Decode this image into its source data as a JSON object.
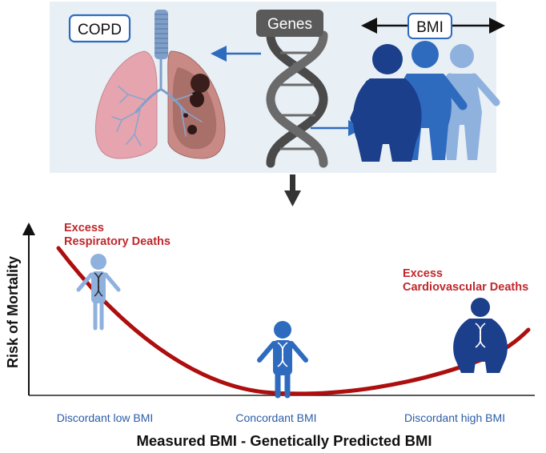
{
  "top_panel": {
    "copd_label": "COPD",
    "genes_label": "Genes",
    "bmi_label": "BMI"
  },
  "chart": {
    "y_axis_label": "Risk of Mortality",
    "x_axis_label": "Measured BMI - Genetically Predicted BMI",
    "x_ticks": [
      "Discordant low BMI",
      "Concordant BMI",
      "Discordant high BMI"
    ],
    "annotation_left": [
      "Excess",
      "Respiratory Deaths"
    ],
    "annotation_right": [
      "Excess",
      "Cardiovascular Deaths"
    ]
  },
  "colors": {
    "panel_bg": "#e8eff5",
    "blue_dark": "#1c3f8c",
    "blue_mid": "#2e6bbf",
    "blue_light": "#8fb1de",
    "curve_red": "#ad0e0e",
    "text_red": "#c0282d",
    "tick_blue": "#2b5ca8",
    "dna_gray": "#4a4a4a"
  }
}
